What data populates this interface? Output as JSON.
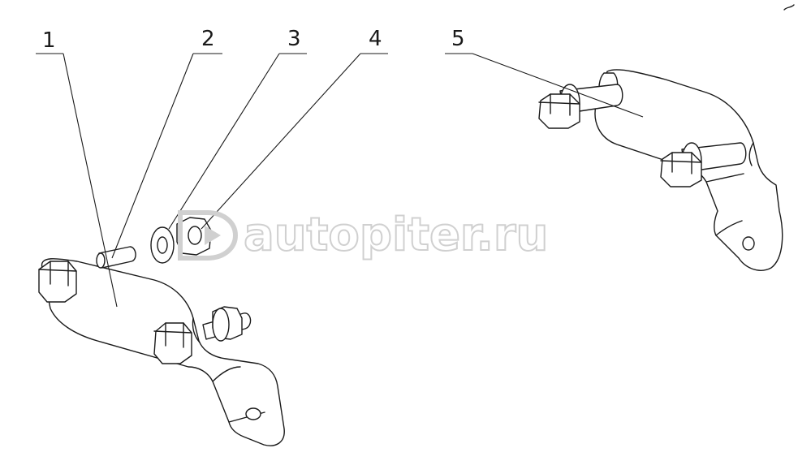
{
  "callouts": [
    {
      "id": "1",
      "label": "1"
    },
    {
      "id": "2",
      "label": "2"
    },
    {
      "id": "3",
      "label": "3"
    },
    {
      "id": "4",
      "label": "4"
    },
    {
      "id": "5",
      "label": "5"
    }
  ],
  "watermark": {
    "text": "autopiter.ru"
  },
  "colors": {
    "stroke": "#1a1a1a",
    "watermark": "#d0d0d0",
    "background": "#ffffff"
  }
}
